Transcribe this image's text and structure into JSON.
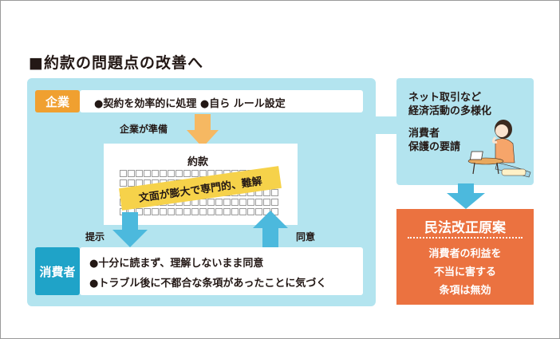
{
  "title": "■約款の問題点の改善へ",
  "company": {
    "tag": "企業",
    "line": "●契約を効率的に処理 ●自ら ルール設定"
  },
  "arrows": {
    "prepare_label": "企業が準備",
    "present_label": "提示",
    "agree_label": "同意"
  },
  "document": {
    "label": "約款",
    "banner": "文面が膨大で専門的、難解"
  },
  "consumer": {
    "tag": "消費者",
    "line1": "●十分に読まず、理解しないまま同意",
    "line2": "●トラブル後に不都合な条項があったことに気づく"
  },
  "side_panel": {
    "line1": "ネット取引など",
    "line2": "経済活動の多様化",
    "line3": "消費者",
    "line4": "保護の要請"
  },
  "result": {
    "title": "民法改正原案",
    "line1": "消費者の利益を",
    "line2": "不当に害する",
    "line3": "条項は無効"
  },
  "colors": {
    "panel": "#b3e4ef",
    "company": "#f0a030",
    "consumer": "#1fa3c8",
    "arrow_down": "#f6b862",
    "arrow_blue": "#4cb9dd",
    "banner": "#f6d24a",
    "result": "#eb7240"
  }
}
